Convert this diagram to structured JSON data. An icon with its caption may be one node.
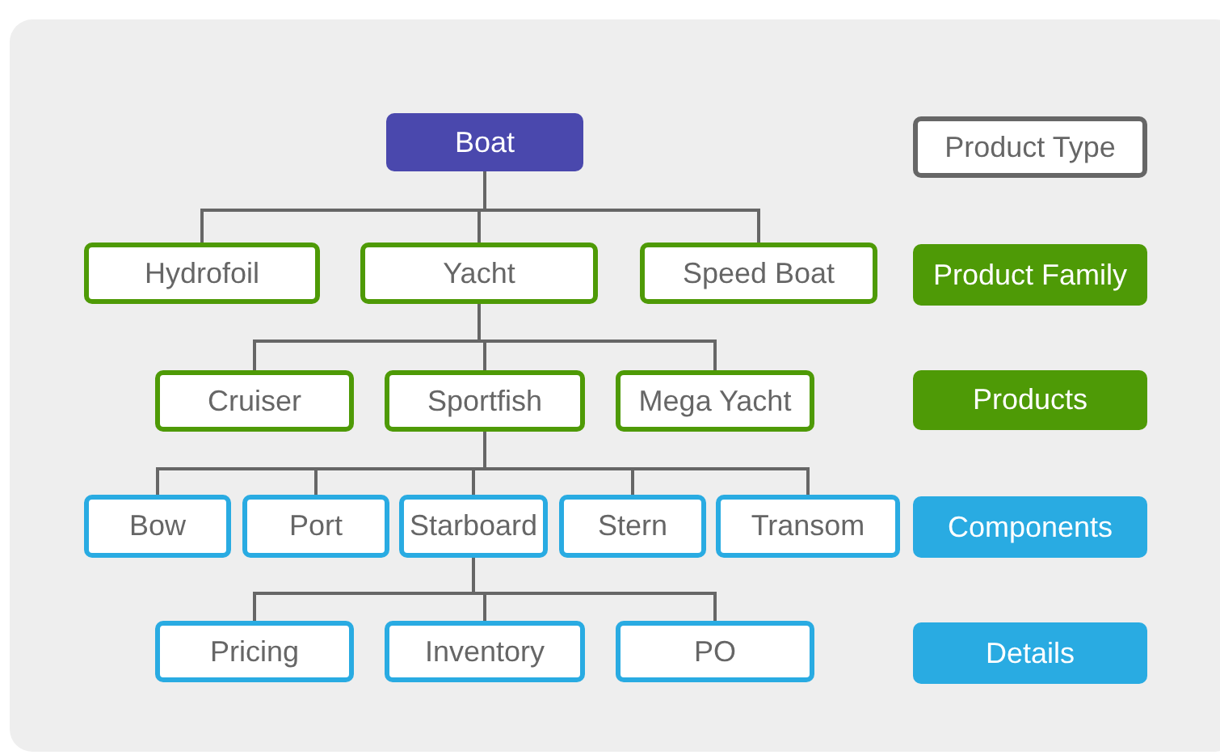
{
  "diagram": {
    "nodes": [
      {
        "text": [
          "Boat"
        ]
      },
      {
        "text": [
          "Hydrofoil"
        ]
      },
      {
        "text": [
          "Yacht"
        ]
      },
      {
        "text": [
          "Speed Boat"
        ]
      },
      {
        "text": [
          "Cruiser"
        ]
      },
      {
        "text": [
          "Sportfish"
        ]
      },
      {
        "text": [
          "Mega Yacht"
        ]
      },
      {
        "text": [
          "Bow"
        ]
      },
      {
        "text": [
          "Port"
        ]
      },
      {
        "text": [
          "Starboard"
        ]
      },
      {
        "text": [
          "Stern"
        ]
      },
      {
        "text": [
          "Transom"
        ]
      },
      {
        "text": [
          "Pricing"
        ]
      },
      {
        "text": [
          "Inventory"
        ]
      },
      {
        "text": [
          "PO"
        ]
      },
      {
        "text": [
          "Product Type"
        ]
      },
      {
        "text": [
          "Product Family"
        ]
      },
      {
        "text": [
          "Products"
        ]
      },
      {
        "text": [
          "Components"
        ]
      },
      {
        "text": [
          "Details"
        ]
      }
    ],
    "edges": [
      {
        "from": 0,
        "to": 1,
        "arrow": "none"
      },
      {
        "from": 0,
        "to": 2,
        "arrow": "none"
      },
      {
        "from": 0,
        "to": 3,
        "arrow": "none"
      },
      {
        "from": 2,
        "to": 4,
        "arrow": "none"
      },
      {
        "from": 2,
        "to": 5,
        "arrow": "none"
      },
      {
        "from": 2,
        "to": 6,
        "arrow": "none"
      },
      {
        "from": 5,
        "to": 7,
        "arrow": "none"
      },
      {
        "from": 5,
        "to": 8,
        "arrow": "none"
      },
      {
        "from": 5,
        "to": 9,
        "arrow": "none"
      },
      {
        "from": 5,
        "to": 10,
        "arrow": "none"
      },
      {
        "from": 5,
        "to": 11,
        "arrow": "none"
      },
      {
        "from": 9,
        "to": 12,
        "arrow": "none"
      },
      {
        "from": 9,
        "to": 13,
        "arrow": "none"
      },
      {
        "from": 9,
        "to": 14,
        "arrow": "none"
      }
    ]
  }
}
